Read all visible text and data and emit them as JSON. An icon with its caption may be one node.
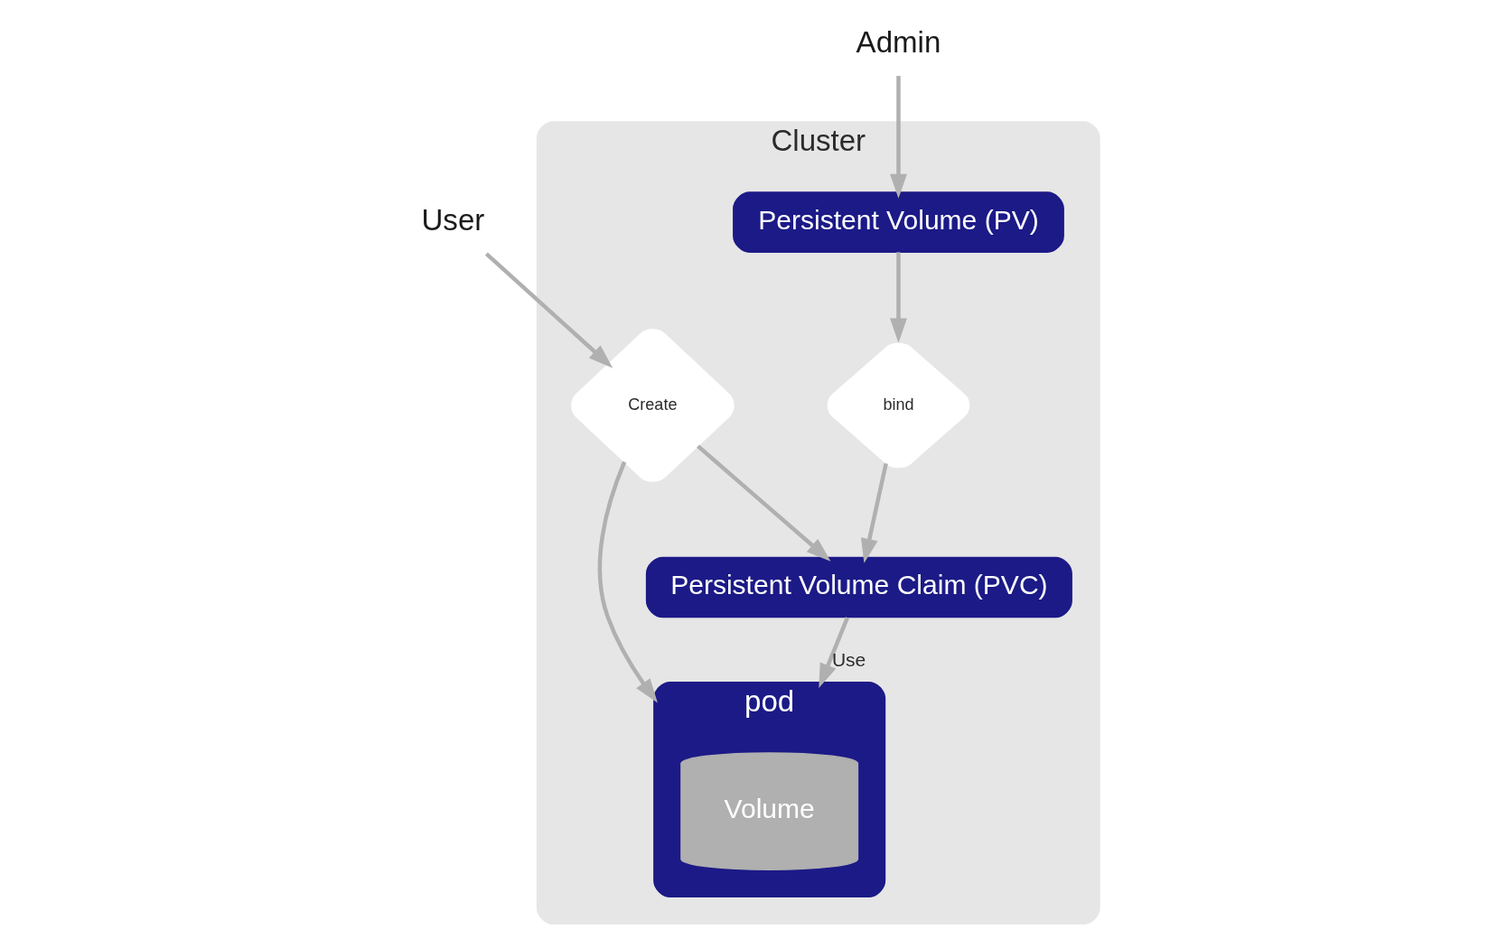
{
  "diagram": {
    "nodes": [
      {
        "text": [
          "Cluster"
        ]
      },
      {
        "text": [
          "Admin"
        ]
      },
      {
        "text": [
          "Persistent Volume (PV)"
        ],
        "in": 0
      },
      {
        "text": [
          "pod"
        ],
        "in": 0
      },
      {
        "text": [
          "Volume"
        ],
        "in": 3
      },
      {
        "text": [
          "bind"
        ],
        "in": 0
      },
      {
        "text": [
          "Persistent Volume Claim (PVC)"
        ],
        "in": 0
      },
      {
        "text": [
          "Create"
        ],
        "in": 0
      },
      {
        "text": [
          "User"
        ]
      }
    ],
    "edges": [
      {
        "from": 1,
        "to": 2,
        "arrow": "to"
      },
      {
        "from": 2,
        "to": 5,
        "arrow": "to"
      },
      {
        "from": 5,
        "to": 6,
        "arrow": "to"
      },
      {
        "from": 6,
        "to": 3,
        "arrow": "to",
        "label": "Use"
      },
      {
        "from": 7,
        "to": 3,
        "arrow": "to"
      },
      {
        "from": 7,
        "to": 6,
        "arrow": "to"
      },
      {
        "from": 8,
        "to": 7,
        "arrow": "to"
      }
    ]
  }
}
